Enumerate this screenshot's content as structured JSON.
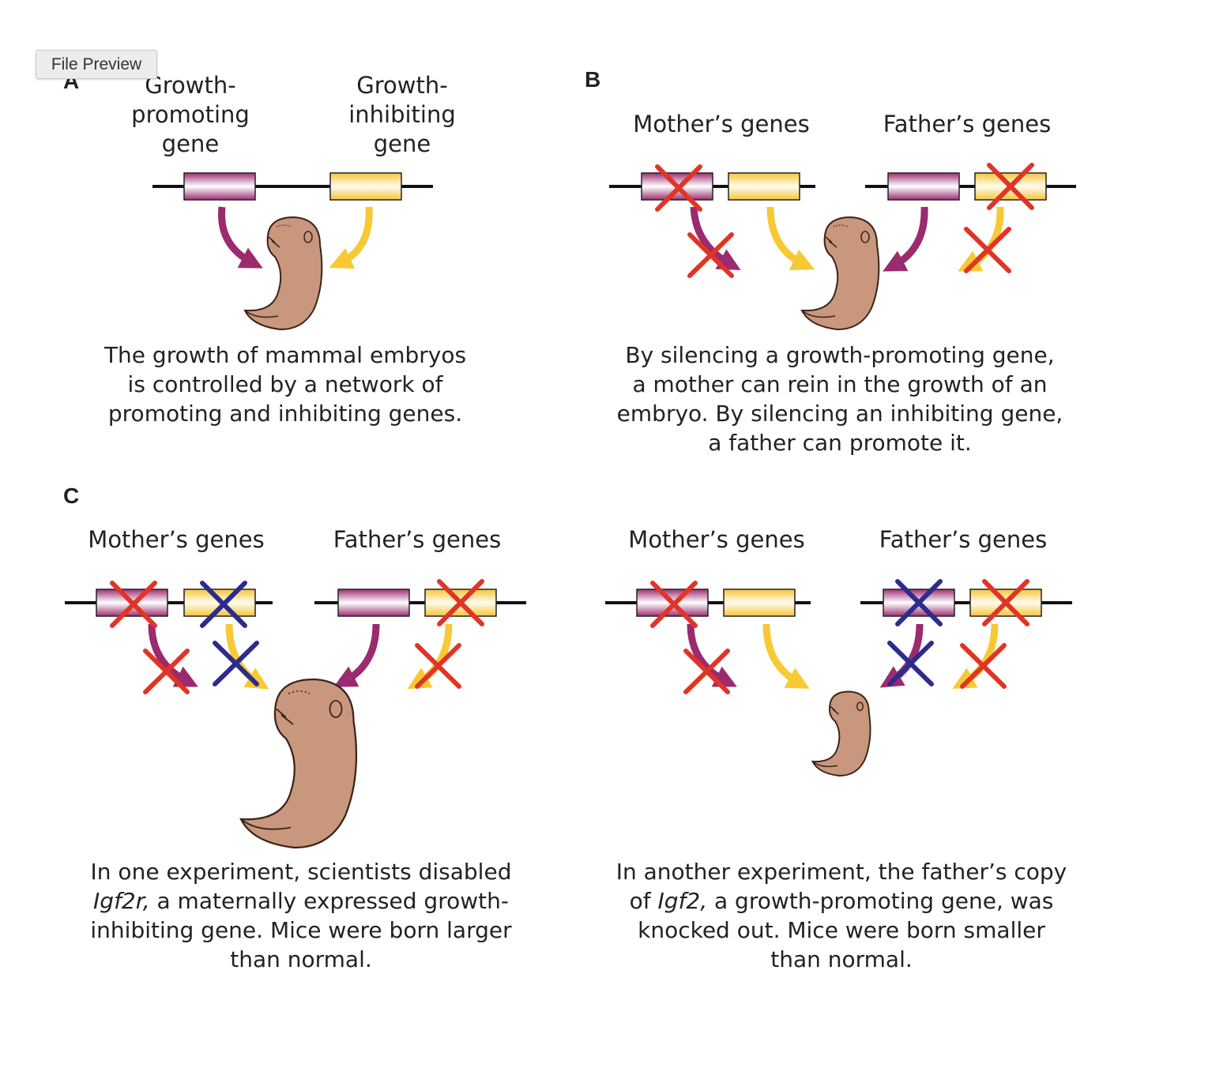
{
  "tooltip": "File Preview",
  "panels": {
    "a": {
      "letter": "A",
      "label_promoting": [
        "Growth-",
        "promoting",
        "gene"
      ],
      "label_inhibiting": [
        "Growth-",
        "inhibiting",
        "gene"
      ],
      "caption": [
        "The growth of mammal embryos",
        "is controlled by a network of",
        "promoting and inhibiting genes."
      ]
    },
    "b": {
      "letter": "B",
      "mother": "Mother’s genes",
      "father": "Father’s genes",
      "caption": [
        "By silencing a growth-promoting gene,",
        "a mother can rein in the growth of an",
        "embryo. By silencing an inhibiting gene,",
        "a father can promote it."
      ]
    },
    "c1": {
      "letter": "C",
      "mother": "Mother’s genes",
      "father": "Father’s genes",
      "caption_pre": "In one experiment, scientists disabled",
      "caption_gene": "Igf2r,",
      "caption_mid": " a maternally expressed growth-",
      "caption_rest": [
        "inhibiting gene. Mice were born larger",
        "than normal."
      ]
    },
    "c2": {
      "mother": "Mother’s genes",
      "father": "Father’s genes",
      "caption_l1": "In another experiment, the father’s copy",
      "caption_pre": "of ",
      "caption_gene": "Igf2,",
      "caption_mid": " a growth-promoting gene, was",
      "caption_rest": [
        "knocked out. Mice were born smaller",
        "than normal."
      ]
    }
  },
  "colors": {
    "promoting": "#9b2a6e",
    "inhibiting": "#f7c934",
    "cross_red": "#e03426",
    "cross_blue": "#2b2c8c",
    "embryo": "#c9977e"
  }
}
